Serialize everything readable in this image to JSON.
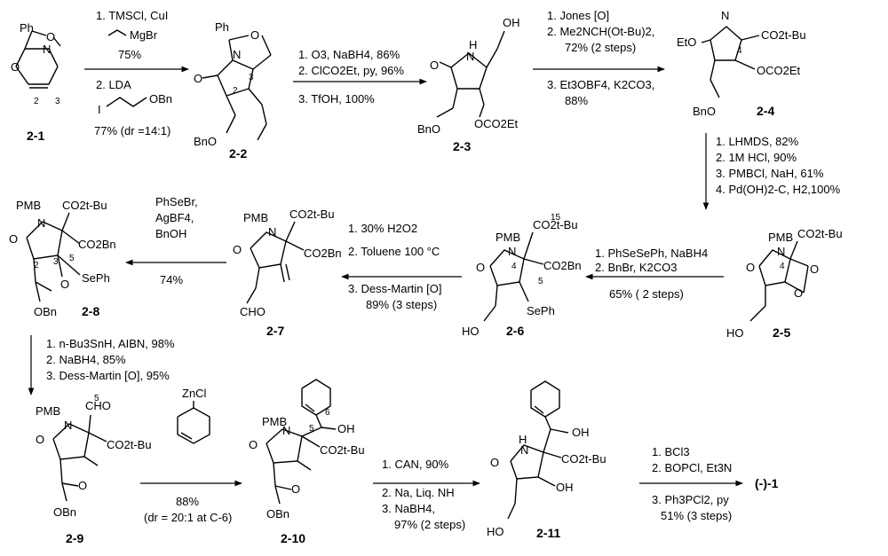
{
  "compounds": {
    "c1": "2-1",
    "c2": "2-2",
    "c3": "2-3",
    "c4": "2-4",
    "c5": "2-5",
    "c6": "2-6",
    "c7": "2-7",
    "c8": "2-8",
    "c9": "2-9",
    "c10": "2-10",
    "c11": "2-11",
    "final": "(-)-1"
  },
  "atoms": {
    "ph": "Ph",
    "o": "O",
    "n": "N",
    "h": "H",
    "oh": "OH",
    "ho": "HO",
    "bno": "BnO",
    "obn": "OBn",
    "eto": "EtO",
    "pmb": "PMB",
    "co2tbu": "CO2t-Bu",
    "co2bn": "CO2Bn",
    "oco2et": "OCO2Et",
    "cho": "CHO",
    "seph": "SePh",
    "zncl": "ZnCl"
  },
  "steps": {
    "s1": [
      "1. TMSCl, CuI",
      "MgBr",
      "75%",
      "2. LDA",
      "OBn",
      "I",
      "77% (dr =14:1)"
    ],
    "s2": [
      "1. O3, NaBH4, 86%",
      "2. ClCO2Et, py, 96%",
      "3. TfOH, 100%"
    ],
    "s3": [
      "1. Jones [O]",
      "2. Me2NCH(Ot-Bu)2,",
      "72% (2 steps)",
      "3. Et3OBF4, K2CO3,",
      "88%"
    ],
    "s4": [
      "1. LHMDS, 82%",
      "2. 1M HCl, 90%",
      "3. PMBCl, NaH, 61%",
      "4. Pd(OH)2-C, H2,100%"
    ],
    "s5": [
      "1. PhSeSePh, NaBH4",
      "2. BnBr, K2CO3",
      "65% ( 2 steps)"
    ],
    "s6": [
      "1. 30% H2O2",
      "2. Toluene 100 °C",
      "3. Dess-Martin [O]",
      "89% (3 steps)"
    ],
    "s7": [
      "PhSeBr,",
      "AgBF4,",
      "BnOH",
      "74%"
    ],
    "s8": [
      "1. n-Bu3SnH, AIBN, 98%",
      "2. NaBH4, 85%",
      "3. Dess-Martin [O], 95%"
    ],
    "s9": [
      "88%",
      "(dr = 20:1 at C-6)"
    ],
    "s10": [
      "1. CAN, 90%",
      "2. Na, Liq. NH",
      "3. NaBH4,",
      "97% (2 steps)"
    ],
    "s11": [
      "1. BCl3",
      "2. BOPCl, Et3N",
      "3. Ph3PCl2, py",
      "51% (3 steps)"
    ]
  },
  "positions": [
    "2",
    "3",
    "4",
    "5",
    "6",
    "15"
  ]
}
